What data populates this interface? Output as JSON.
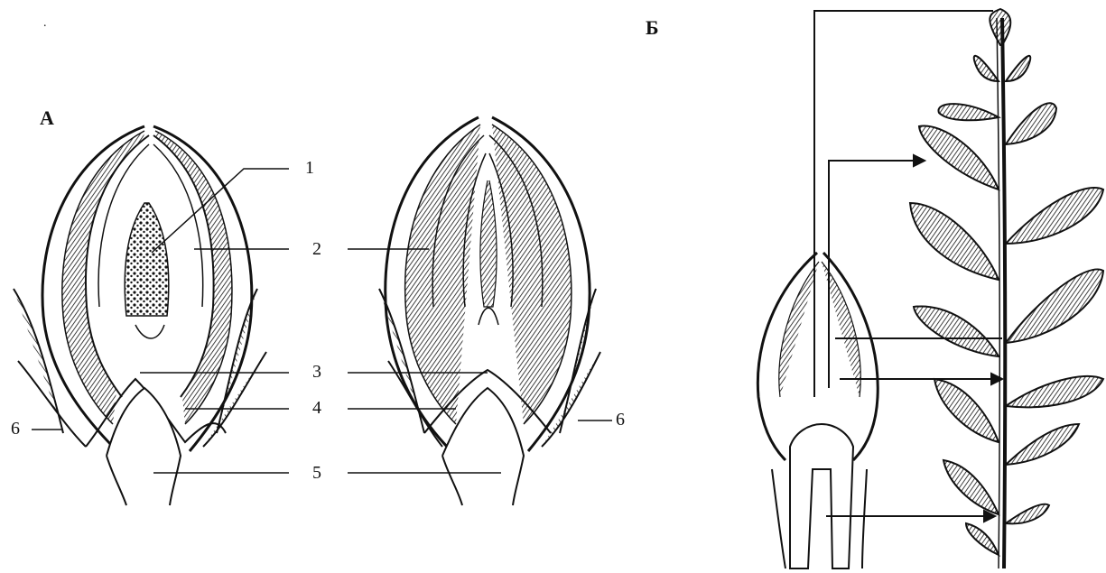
{
  "panels": {
    "a": "А",
    "b": "Б"
  },
  "labels": {
    "n1": "1",
    "n2": "2",
    "n3": "3",
    "n4": "4",
    "n5": "5",
    "n6_left": "6",
    "n6_right": "6"
  },
  "colors": {
    "ink": "#111111",
    "background": "#ffffff"
  }
}
